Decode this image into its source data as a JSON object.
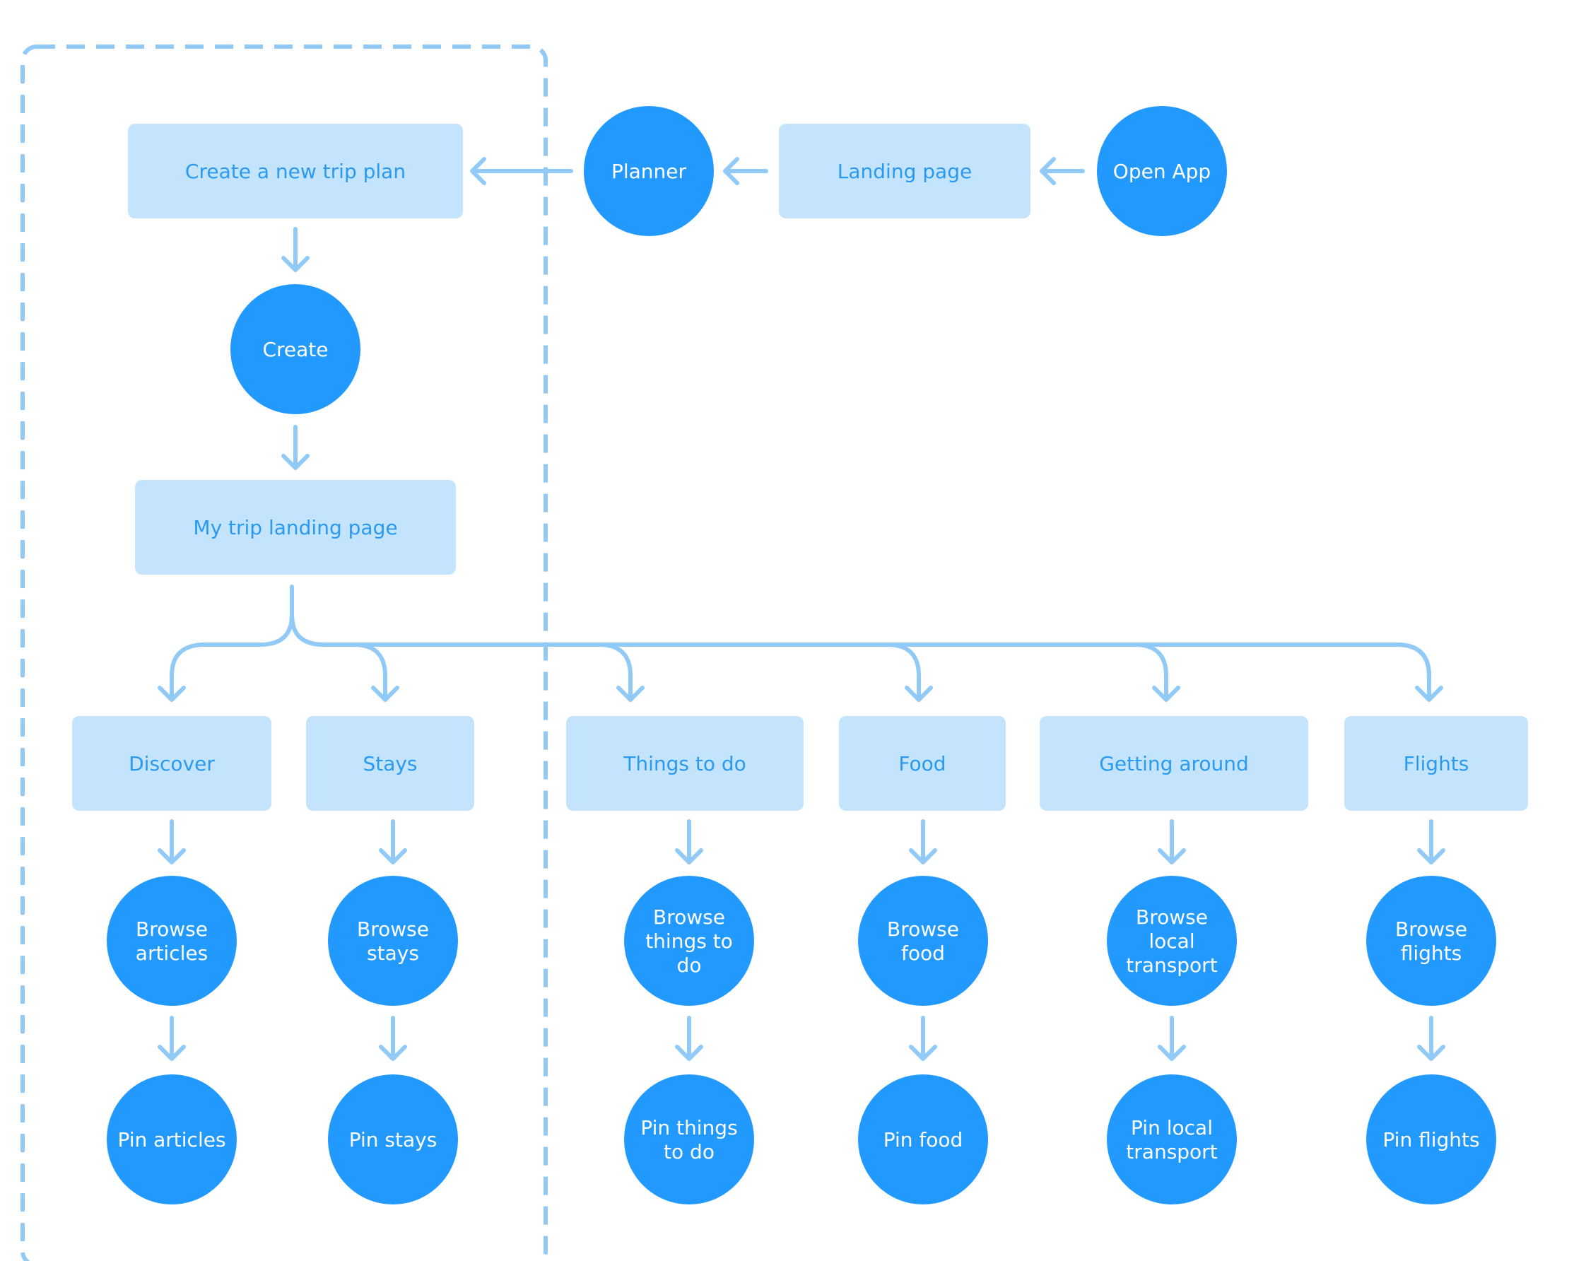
{
  "colors": {
    "circle_fill": "#2199ff",
    "rect_fill": "#c4e3fc",
    "rect_text": "#2a9af0",
    "circle_text": "#ffffff",
    "connector": "#91c9f7",
    "dashed_border": "#91c9f7"
  },
  "nodes": {
    "open_app": "Open App",
    "landing_page": "Landing page",
    "planner": "Planner",
    "create_trip_plan": "Create a new trip plan",
    "create": "Create",
    "my_trip_landing": "My trip landing page",
    "discover": "Discover",
    "stays": "Stays",
    "things_to_do": "Things to do",
    "food": "Food",
    "getting_around": "Getting around",
    "flights": "Flights",
    "browse_articles": [
      "Browse",
      "articles"
    ],
    "browse_stays": [
      "Browse",
      "stays"
    ],
    "browse_things": [
      "Browse",
      "things to",
      "do"
    ],
    "browse_food": [
      "Browse",
      "food"
    ],
    "browse_transport": [
      "Browse",
      "local",
      "transport"
    ],
    "browse_flights": [
      "Browse",
      "flights"
    ],
    "pin_articles": "Pin articles",
    "pin_stays": "Pin stays",
    "pin_things": [
      "Pin things",
      "to do"
    ],
    "pin_food": "Pin food",
    "pin_transport": [
      "Pin local",
      "transport"
    ],
    "pin_flights": "Pin flights"
  }
}
